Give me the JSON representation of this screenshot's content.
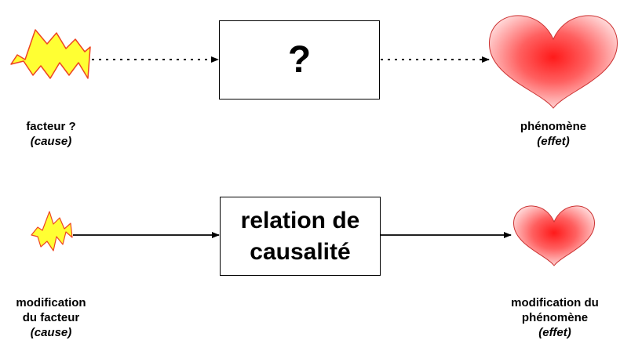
{
  "top": {
    "box_text": "?",
    "cause_label": "facteur ?",
    "cause_sub": "(cause)",
    "effect_label": "phénomène",
    "effect_sub": "(effet)"
  },
  "bottom": {
    "box_line1": "relation de",
    "box_line2": "causalité",
    "cause_line1": "modification",
    "cause_line2": "du facteur",
    "cause_sub": "(cause)",
    "effect_line1": "modification du",
    "effect_line2": "phénomène",
    "effect_sub": "(effet)"
  },
  "colors": {
    "bolt_fill": "#ffff33",
    "bolt_stroke": "#ee4422",
    "heart_center": "#ff2020",
    "heart_edge": "#ffe0e0"
  }
}
